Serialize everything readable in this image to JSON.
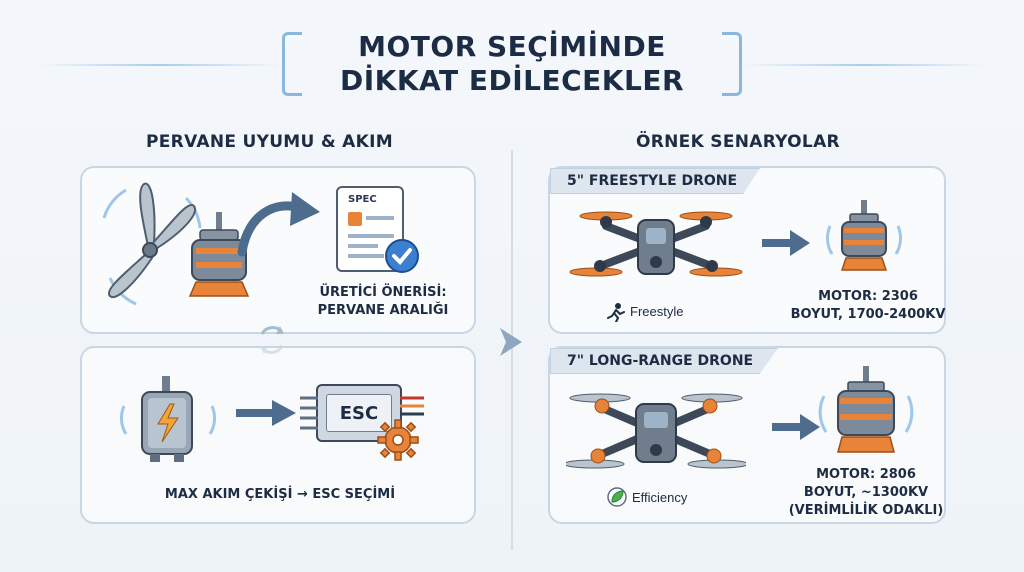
{
  "title": {
    "line1": "MOTOR SEÇİMİNDE",
    "line2": "DİKKAT EDİLECEKLER"
  },
  "left": {
    "heading": "PERVANE UYUMU & AKIM",
    "top_panel": {
      "spec_label": "SPEC",
      "caption_line1": "ÜRETİCİ ÖNERİSİ:",
      "caption_line2": "PERVANE ARALIĞI"
    },
    "bottom_panel": {
      "esc_label": "ESC",
      "caption": "MAX AKIM ÇEKİŞİ → ESC SEÇİMİ"
    }
  },
  "right": {
    "heading": "ÖRNEK SENARYOLAR",
    "scenario1": {
      "tag": "5\" FREESTYLE DRONE",
      "mode_label": "Freestyle",
      "motor_line1": "MOTOR: 2306",
      "motor_line2": "BOYUT, 1700-2400KV"
    },
    "scenario2": {
      "tag": "7\" LONG-RANGE DRONE",
      "mode_label": "Efficiency",
      "motor_line1": "MOTOR: 2806",
      "motor_line2": "BOYUT, ~1300KV",
      "motor_line3": "(VERİMLİLİK ODAKLI)"
    }
  },
  "colors": {
    "accent": "#3b7fd0",
    "orange": "#e8833a",
    "steel": "#5f6f82",
    "panel_border": "#c9d6e3"
  }
}
